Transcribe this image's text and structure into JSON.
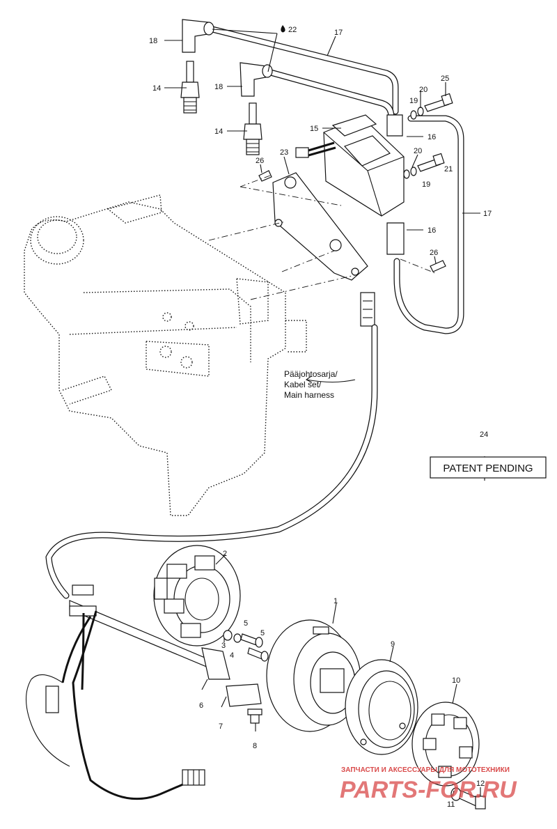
{
  "callouts": {
    "c1": "1",
    "c2": "2",
    "c3": "3",
    "c4": "4",
    "c5a": "5",
    "c5b": "5",
    "c6": "6",
    "c7": "7",
    "c8": "8",
    "c9": "9",
    "c10": "10",
    "c11": "11",
    "c12": "12",
    "c14a": "14",
    "c14b": "14",
    "c15": "15",
    "c16a": "16",
    "c16b": "16",
    "c17a": "17",
    "c17b": "17",
    "c18a": "18",
    "c18b": "18",
    "c19a": "19",
    "c19b": "19",
    "c20a": "20",
    "c20b": "20",
    "c21": "21",
    "c22": "22",
    "c23": "23",
    "c24": "24",
    "c25": "25",
    "c26a": "26",
    "c26b": "26"
  },
  "harness_note": {
    "line1": "Pääjohtosarja/",
    "line2": "Kabel set/",
    "line3": "Main harness"
  },
  "patent_label": "PATENT PENDING",
  "watermark": {
    "tagline": "ЗАПЧАСТИ И АКСЕССУАРЫ ДЛЯ МОТОТЕХНИКИ",
    "brand": "PARTS-FOR.RU"
  }
}
